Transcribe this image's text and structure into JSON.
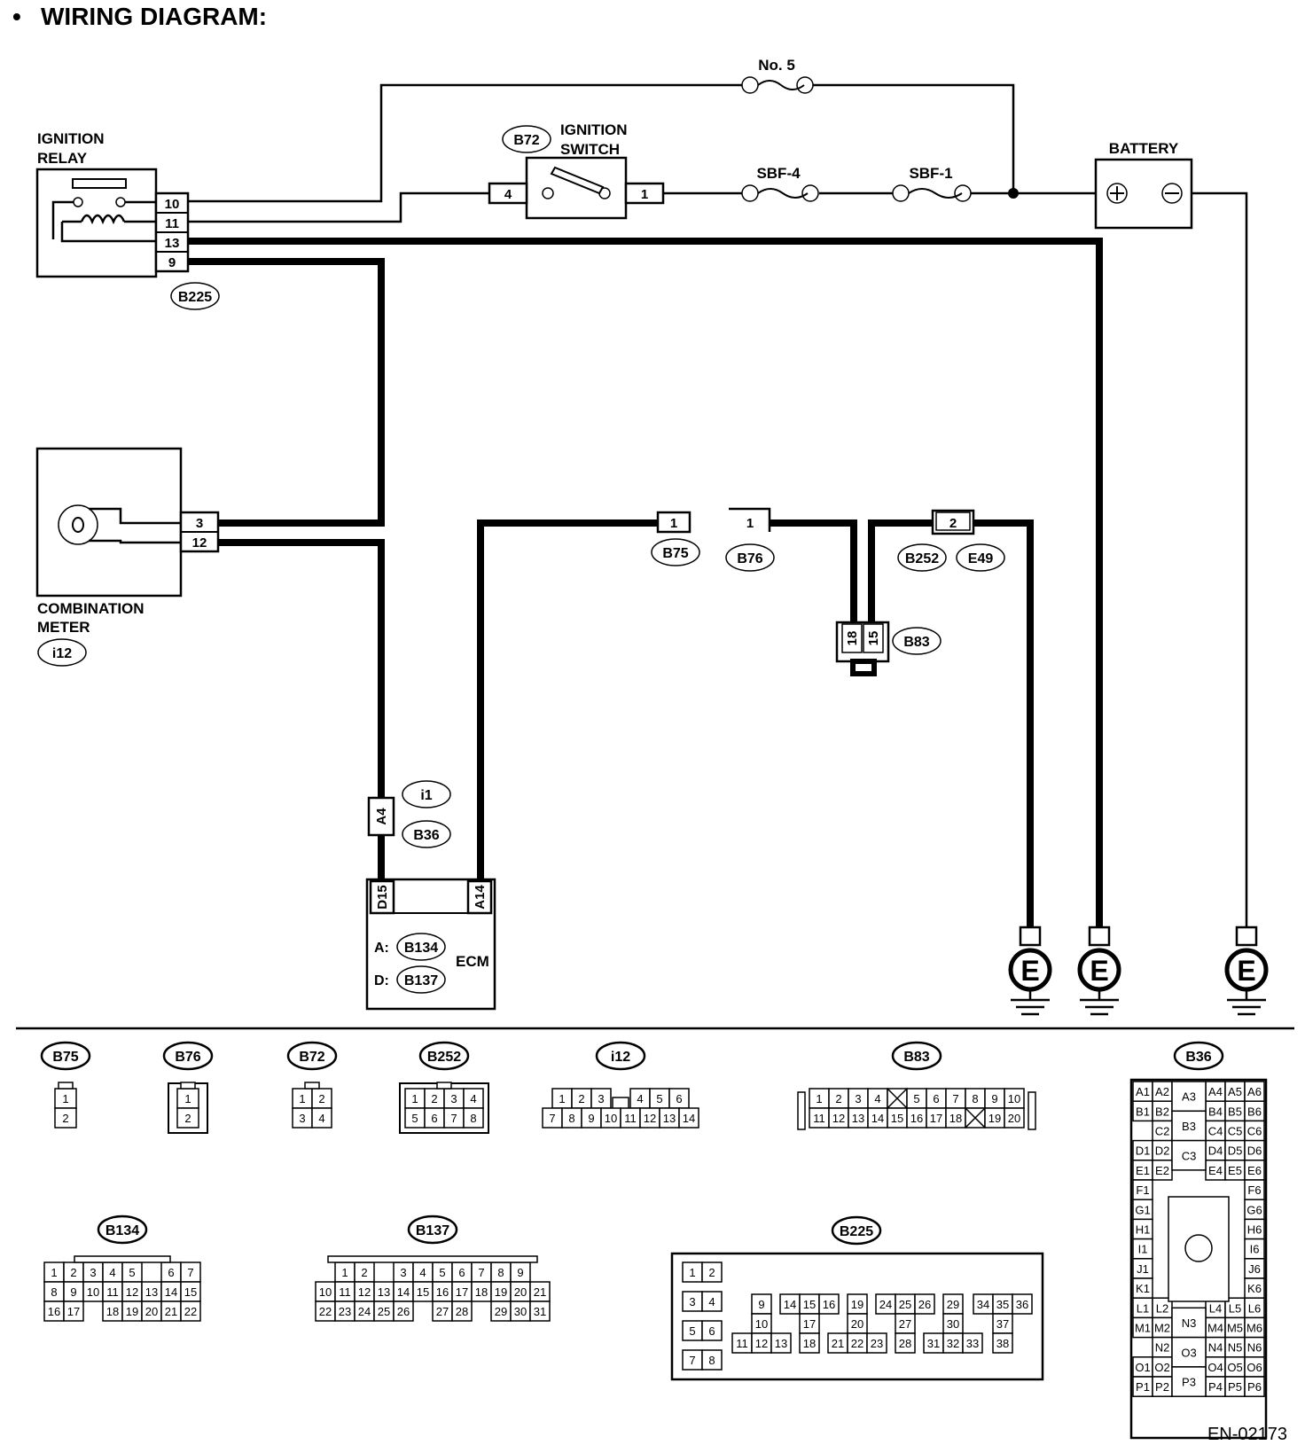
{
  "title": "WIRING DIAGRAM:",
  "bullet": "•",
  "figure_id": "EN-02173",
  "components": {
    "ignition_relay": {
      "line1": "IGNITION",
      "line2": "RELAY",
      "connector": "B225",
      "pins": [
        "10",
        "11",
        "13",
        "9"
      ]
    },
    "ignition_switch": {
      "line1": "IGNITION",
      "line2": "SWITCH",
      "connector": "B72",
      "pin_left": "4",
      "pin_right": "1"
    },
    "battery": {
      "label": "BATTERY",
      "plus": "⊕",
      "minus": "⊖"
    },
    "fuses": {
      "no5": "No. 5",
      "sbf4": "SBF-4",
      "sbf1": "SBF-1"
    },
    "combination_meter": {
      "line1": "COMBINATION",
      "line2": "METER",
      "connector": "i12",
      "pins": [
        "3",
        "12"
      ]
    },
    "ecm": {
      "label": "ECM",
      "conn_a_prefix": "A:",
      "conn_a": "B134",
      "conn_d_prefix": "D:",
      "conn_d": "B137",
      "pin_left": "D15",
      "pin_right": "A14"
    },
    "joint_i1": {
      "connector_top": "i1",
      "connector_bottom": "B36",
      "pin": "A4"
    },
    "b75": {
      "connector": "B75",
      "pin": "1"
    },
    "b76": {
      "connector": "B76",
      "pin": "1"
    },
    "b252": {
      "connector_a": "B252",
      "connector_b": "E49",
      "pin": "2"
    },
    "b83": {
      "connector": "B83",
      "pin_a": "18",
      "pin_b": "15"
    },
    "ground": "E"
  },
  "connector_views": {
    "b75": {
      "label": "B75",
      "rows": [
        [
          "1"
        ],
        [
          "2"
        ]
      ]
    },
    "b76": {
      "label": "B76",
      "rows": [
        [
          "1"
        ],
        [
          "2"
        ]
      ]
    },
    "b72": {
      "label": "B72",
      "rows": [
        [
          "1",
          "2"
        ],
        [
          "3",
          "4"
        ]
      ]
    },
    "b252": {
      "label": "B252",
      "rows": [
        [
          "1",
          "2",
          "3",
          "4"
        ],
        [
          "5",
          "6",
          "7",
          "8"
        ]
      ]
    },
    "i12": {
      "label": "i12",
      "rows": [
        [
          "1",
          "2",
          "3",
          "",
          "4",
          "5",
          "6"
        ],
        [
          "7",
          "8",
          "9",
          "10",
          "11",
          "12",
          "13",
          "14"
        ]
      ]
    },
    "b83": {
      "label": "B83",
      "rows": [
        [
          "1",
          "2",
          "3",
          "4",
          "X",
          "5",
          "6",
          "7",
          "8",
          "9",
          "10"
        ],
        [
          "11",
          "12",
          "13",
          "14",
          "15",
          "16",
          "17",
          "18",
          "X",
          "19",
          "20"
        ]
      ]
    },
    "b36": {
      "label": "B36",
      "left_cells": [
        "A1",
        "A2",
        "B1",
        "B2",
        "C2",
        "D1",
        "D2",
        "E1",
        "E2",
        "F1",
        "G1",
        "H1",
        "I1",
        "J1",
        "K1",
        "L1",
        "L2",
        "M1",
        "M2",
        "N2",
        "O1",
        "O2",
        "P1",
        "P2"
      ],
      "mid_cells": [
        "A3",
        "B3",
        "C3",
        "N3",
        "O3",
        "P3"
      ],
      "right_cells": [
        "A4",
        "A5",
        "A6",
        "B4",
        "B5",
        "B6",
        "C4",
        "C5",
        "C6",
        "D4",
        "D5",
        "D6",
        "E4",
        "E5",
        "E6",
        "F6",
        "G6",
        "H6",
        "I6",
        "J6",
        "K6",
        "L4",
        "L5",
        "L6",
        "M4",
        "M5",
        "M6",
        "N4",
        "N5",
        "N6",
        "O4",
        "O5",
        "O6",
        "P4",
        "P5",
        "P6"
      ]
    },
    "b134": {
      "label": "B134",
      "rows": [
        [
          "1",
          "2",
          "3",
          "4",
          "5",
          "",
          "6",
          "7"
        ],
        [
          "8",
          "9",
          "10",
          "11",
          "12",
          "13",
          "14",
          "15"
        ],
        [
          "16",
          "17",
          "",
          "18",
          "19",
          "20",
          "21",
          "22"
        ]
      ]
    },
    "b137": {
      "label": "B137",
      "rows": [
        [
          "1",
          "2",
          "",
          "3",
          "4",
          "5",
          "6",
          "7",
          "8",
          "9"
        ],
        [
          "10",
          "11",
          "12",
          "13",
          "14",
          "15",
          "16",
          "17",
          "18",
          "19",
          "20",
          "21"
        ],
        [
          "22",
          "23",
          "24",
          "25",
          "26",
          "",
          "27",
          "28",
          "",
          "29",
          "30",
          "31"
        ]
      ]
    },
    "b225": {
      "label": "B225",
      "left": [
        "1",
        "2",
        "3",
        "4",
        "5",
        "6",
        "7",
        "8"
      ],
      "groups": [
        {
          "cells": [
            "9",
            "10",
            "11",
            "12",
            "13"
          ]
        },
        {
          "cells": [
            "14",
            "15",
            "16",
            "17",
            "18"
          ]
        },
        {
          "cells": [
            "19",
            "20",
            "21",
            "22",
            "23"
          ]
        },
        {
          "cells": [
            "24",
            "25",
            "26",
            "27",
            "28"
          ]
        },
        {
          "cells": [
            "29",
            "30",
            "31",
            "32",
            "33"
          ]
        },
        {
          "cells": [
            "34",
            "35",
            "36",
            "37",
            "38"
          ]
        }
      ]
    }
  }
}
